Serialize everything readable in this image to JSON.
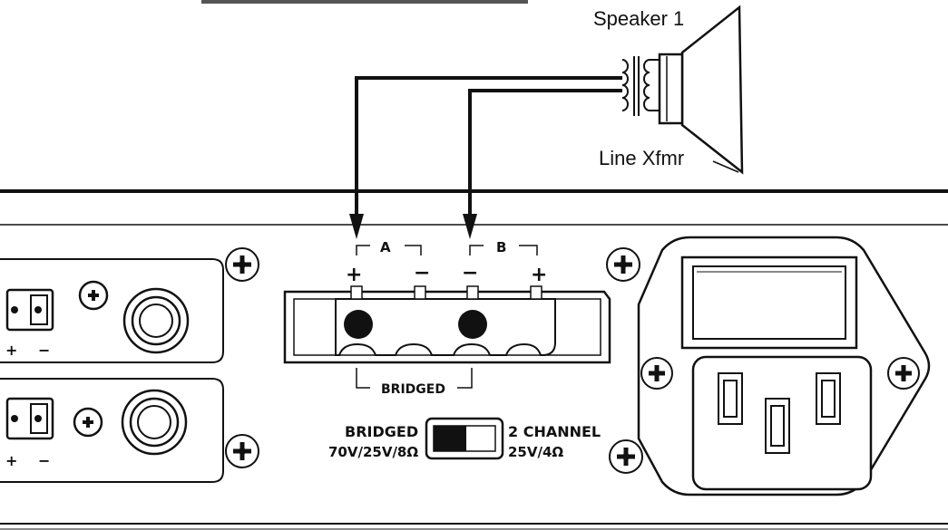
{
  "speaker": {
    "name": "Speaker 1",
    "transformer": "Line Xfmr"
  },
  "terminal": {
    "channel_a": "A",
    "channel_b": "B",
    "plus": "+",
    "minus": "−",
    "bridged": "BRIDGED"
  },
  "switch": {
    "left_label": "BRIDGED",
    "left_spec": "70V/25V/8Ω",
    "right_label": "2 CHANNEL",
    "right_spec": "25V/4Ω"
  },
  "left_connector": {
    "plus": "+",
    "minus": "−"
  }
}
